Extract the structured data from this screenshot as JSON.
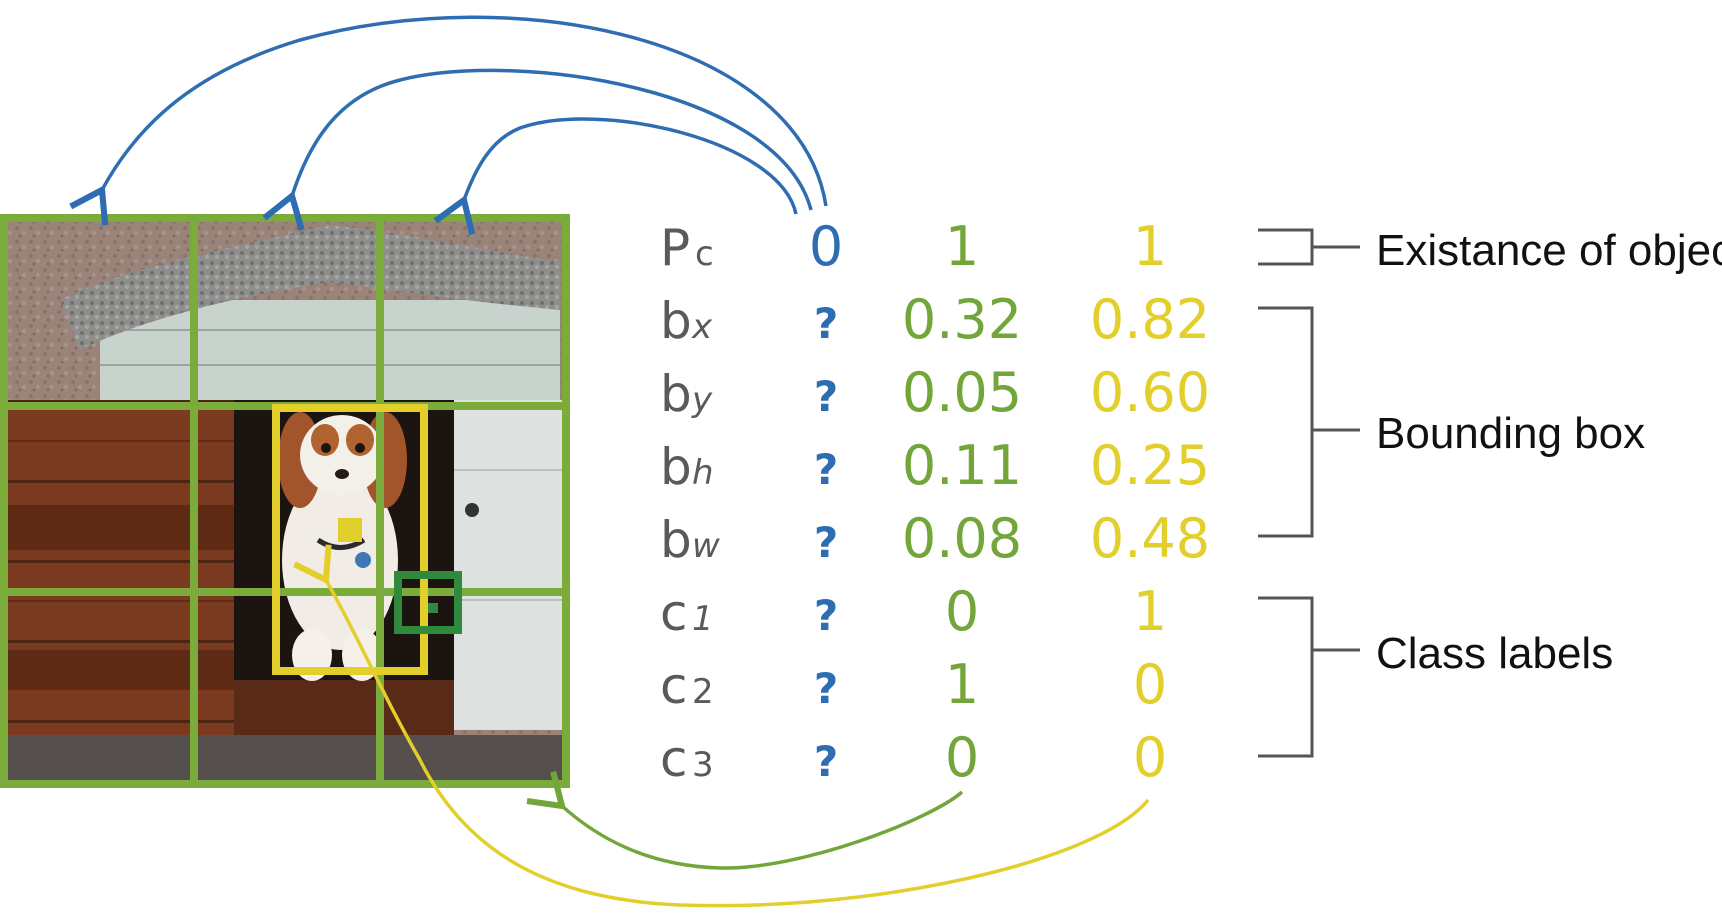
{
  "colors": {
    "blue": "#2e6db1",
    "green": "#73a63a",
    "yellow": "#e2cf2c",
    "dark_green": "#2f8a3e",
    "grid": "#7aab3b",
    "gray": "#5a5a5a",
    "bracket": "#555555"
  },
  "image": {
    "description_icon": "dog-in-doghouse-photo",
    "grid_rows": 3,
    "grid_cols": 3
  },
  "vector_rows": [
    {
      "base": "P",
      "sub": "c",
      "sub_style": "upright",
      "v0": "0",
      "v1": "1",
      "v2": "1"
    },
    {
      "base": "b",
      "sub": "x",
      "sub_style": "italic",
      "v0": "?",
      "v1": "0.32",
      "v2": "0.82"
    },
    {
      "base": "b",
      "sub": "y",
      "sub_style": "italic",
      "v0": "?",
      "v1": "0.05",
      "v2": "0.60"
    },
    {
      "base": "b",
      "sub": "h",
      "sub_style": "italic",
      "v0": "?",
      "v1": "0.11",
      "v2": "0.25"
    },
    {
      "base": "b",
      "sub": "w",
      "sub_style": "italic",
      "v0": "?",
      "v1": "0.08",
      "v2": "0.48"
    },
    {
      "base": "c",
      "sub": "1",
      "sub_style": "italic",
      "v0": "?",
      "v1": "0",
      "v2": "1"
    },
    {
      "base": "c",
      "sub": "2",
      "sub_style": "upright",
      "v0": "?",
      "v1": "1",
      "v2": "0"
    },
    {
      "base": "c",
      "sub": "3",
      "sub_style": "upright",
      "v0": "?",
      "v1": "0",
      "v2": "0"
    }
  ],
  "labels": {
    "existence": "Existance of object",
    "bounding_box": "Bounding box",
    "class_labels": "Class labels"
  }
}
